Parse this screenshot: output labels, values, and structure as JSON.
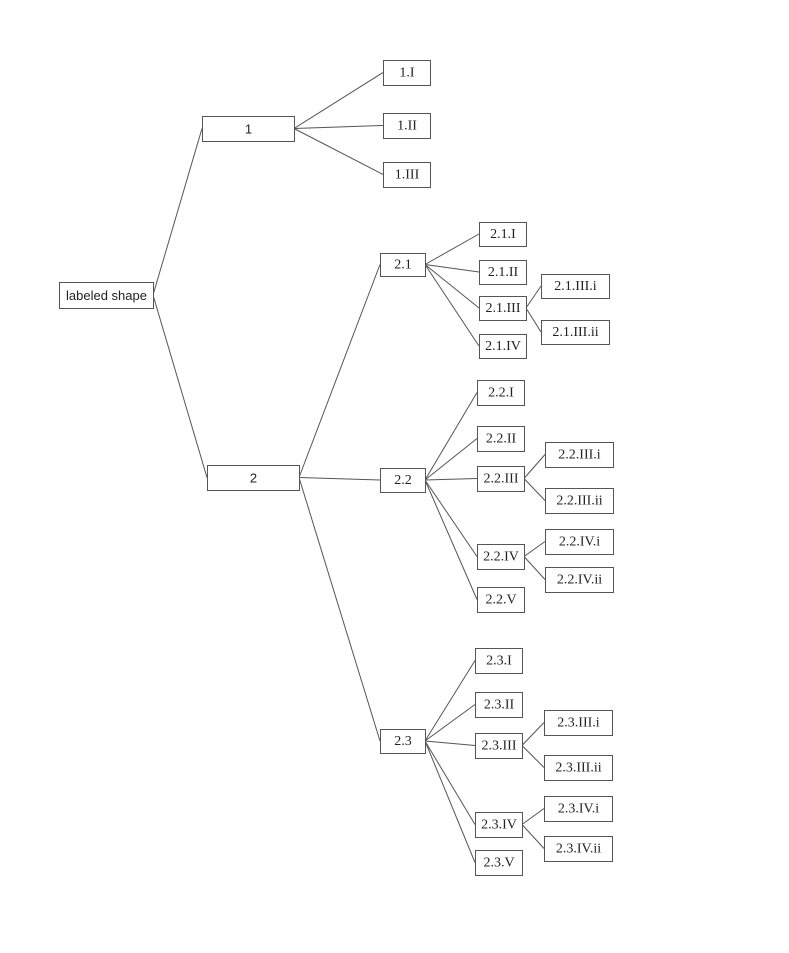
{
  "diagram": {
    "type": "tree",
    "root": {
      "label": "labeled shape",
      "children": [
        {
          "label": "1",
          "children": [
            {
              "label": "1.I"
            },
            {
              "label": "1.II"
            },
            {
              "label": "1.III"
            }
          ]
        },
        {
          "label": "2",
          "children": [
            {
              "label": "2.1",
              "children": [
                {
                  "label": "2.1.I"
                },
                {
                  "label": "2.1.II"
                },
                {
                  "label": "2.1.III",
                  "children": [
                    {
                      "label": "2.1.III.i"
                    },
                    {
                      "label": "2.1.III.ii"
                    }
                  ]
                },
                {
                  "label": "2.1.IV"
                }
              ]
            },
            {
              "label": "2.2",
              "children": [
                {
                  "label": "2.2.I"
                },
                {
                  "label": "2.2.II"
                },
                {
                  "label": "2.2.III",
                  "children": [
                    {
                      "label": "2.2.III.i"
                    },
                    {
                      "label": "2.2.III.ii"
                    }
                  ]
                },
                {
                  "label": "2.2.IV",
                  "children": [
                    {
                      "label": "2.2.IV.i"
                    },
                    {
                      "label": "2.2.IV.ii"
                    }
                  ]
                },
                {
                  "label": "2.2.V"
                }
              ]
            },
            {
              "label": "2.3",
              "children": [
                {
                  "label": "2.3.I"
                },
                {
                  "label": "2.3.II"
                },
                {
                  "label": "2.3.III",
                  "children": [
                    {
                      "label": "2.3.III.i"
                    },
                    {
                      "label": "2.3.III.ii"
                    }
                  ]
                },
                {
                  "label": "2.3.IV",
                  "children": [
                    {
                      "label": "2.3.IV.i"
                    },
                    {
                      "label": "2.3.IV.ii"
                    }
                  ]
                },
                {
                  "label": "2.3.V"
                }
              ]
            }
          ]
        }
      ]
    }
  }
}
